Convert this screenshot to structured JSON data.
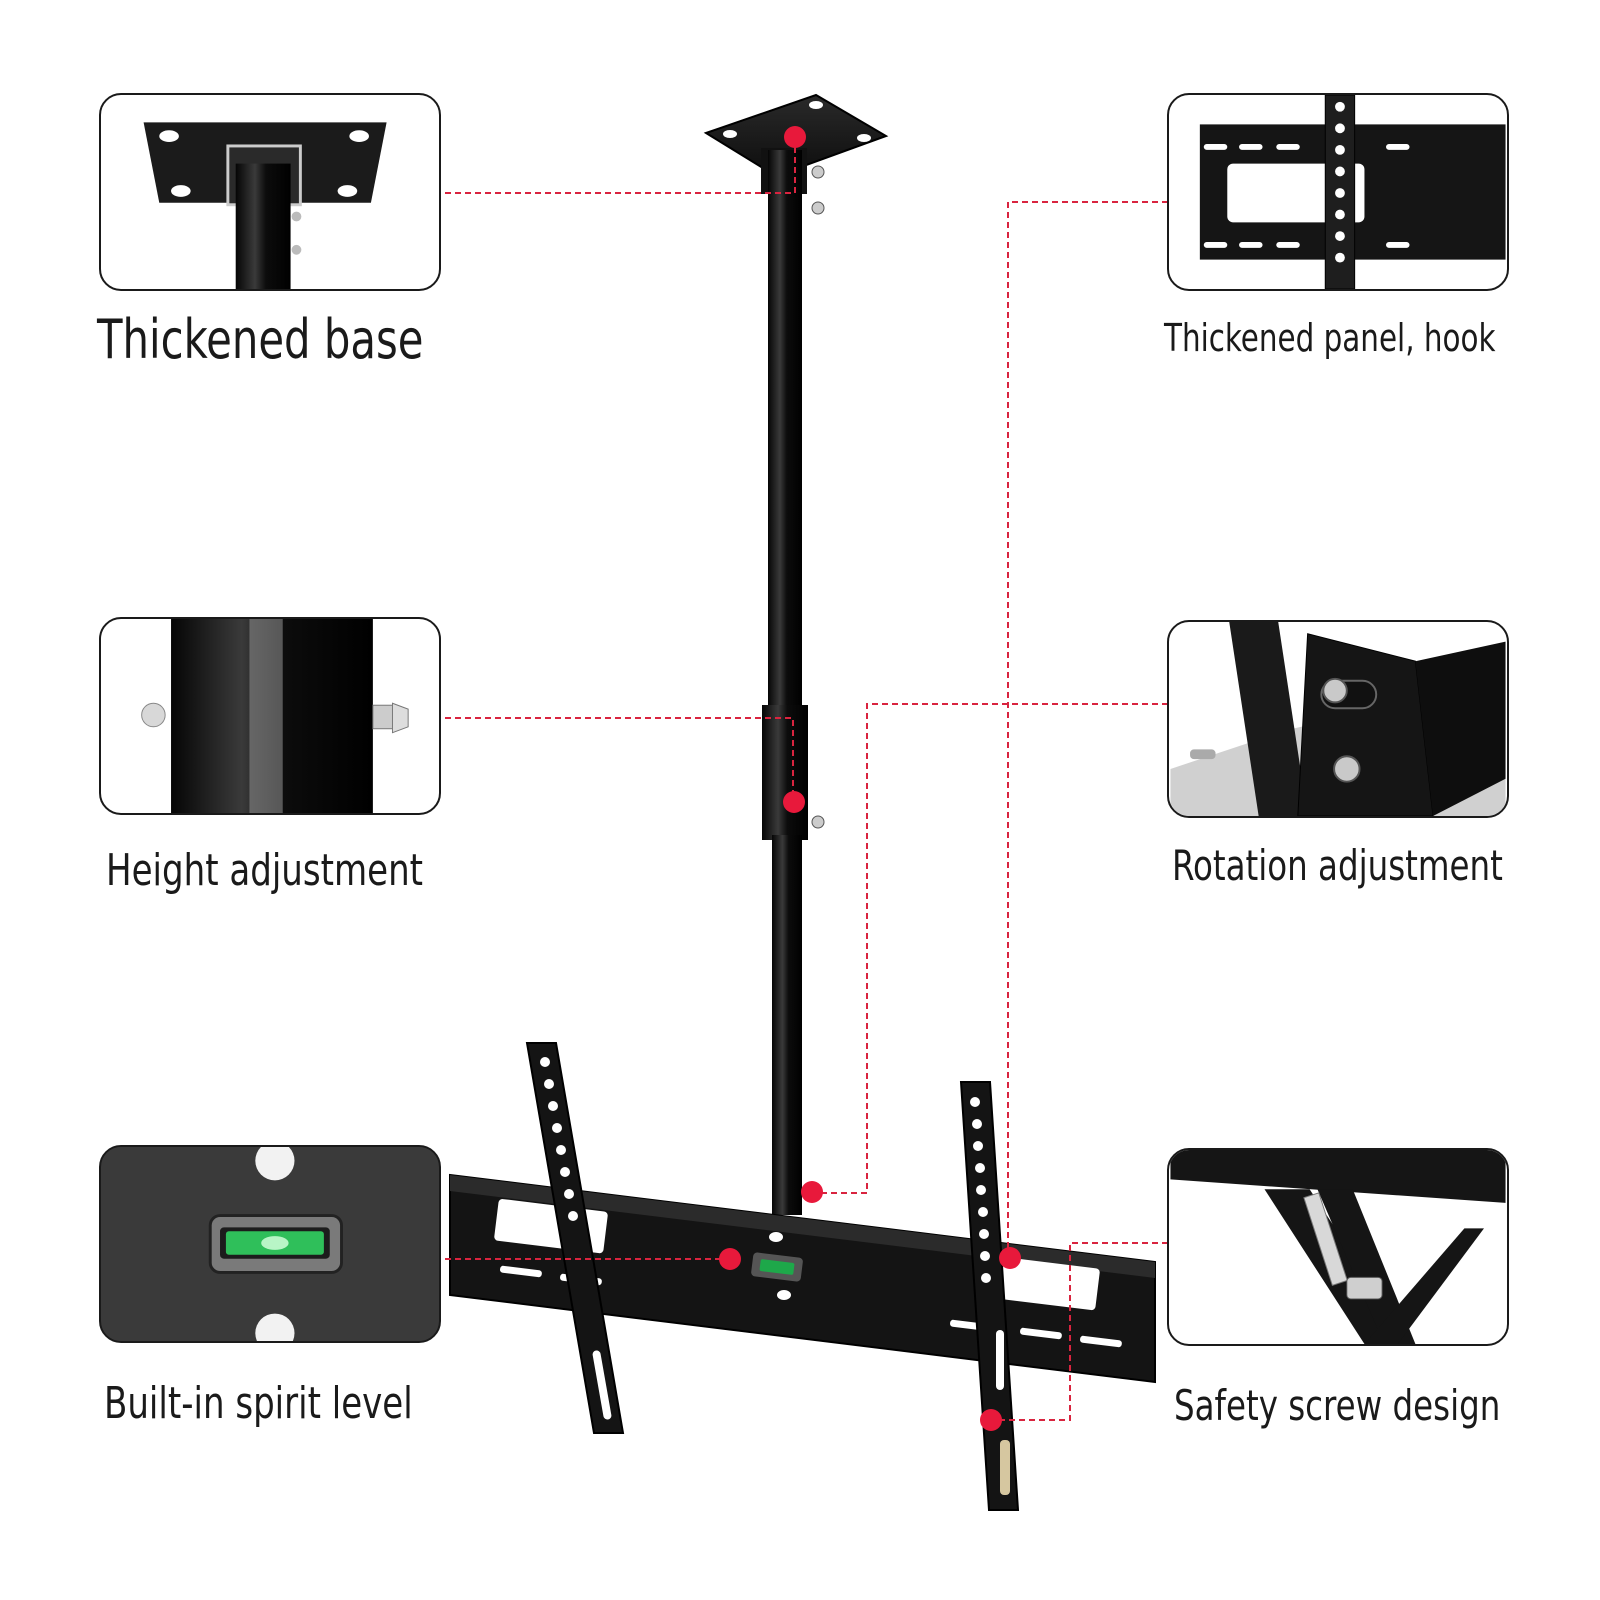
{
  "callouts": {
    "base": "Thickened base",
    "height": "Height adjustment",
    "level": "Built-in spirit level",
    "panel": "Thickened panel, hook",
    "rotation": "Rotation adjustment",
    "safety": "Safety screw design"
  },
  "colors": {
    "leader_line": "#d9243f",
    "marker_dot": "#e8193b",
    "metal": "#151515",
    "caption_text": "#1a1a1a"
  }
}
